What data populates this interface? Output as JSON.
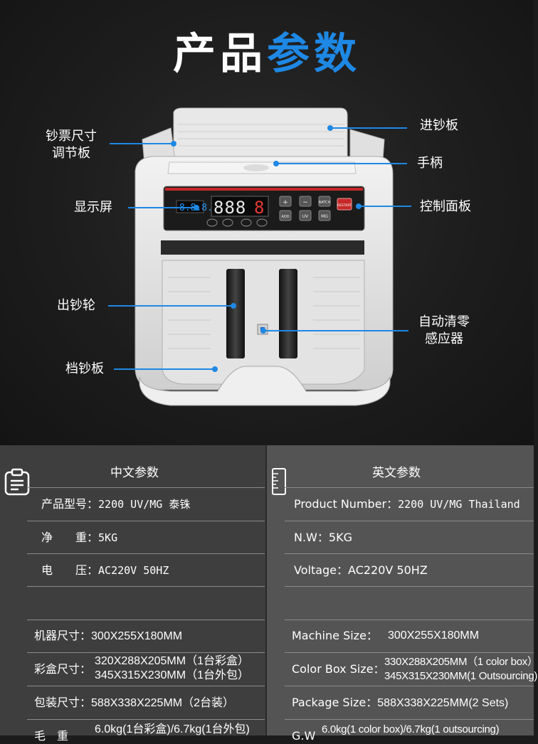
{
  "title": {
    "part1": "产品",
    "part2": "参数"
  },
  "callouts": {
    "size_adjust_line1": "钞票尺寸",
    "size_adjust_line2": "调节板",
    "display": "显示屏",
    "output_wheel": "出钞轮",
    "stopper": "档钞板",
    "hopper": "进钞板",
    "handle": "手柄",
    "control_panel": "控制面板",
    "sensor_line1": "自动清零",
    "sensor_line2": "感应器"
  },
  "machine": {
    "display_digits": "8.8.8.8",
    "big_digit": "8",
    "buttons": [
      "+",
      "−",
      "BATCH",
      "ADD",
      "UV",
      "MG"
    ],
    "restart_label": "RESTART"
  },
  "specs": {
    "cn_header": "中文参数",
    "en_header": "英文参数",
    "rows": [
      {
        "cn_label": "产品型号：",
        "cn_value": "2200 UV/MG 泰铢",
        "en_label": "Product Number：",
        "en_value": "2200 UV/MG Thailand"
      },
      {
        "cn_label": "净　　重：",
        "cn_value": "5KG",
        "en_label": "N.W：",
        "en_value": "5KG"
      },
      {
        "cn_label": "电　　压：",
        "cn_value": "AC220V 50HZ",
        "en_label": "Voltage：",
        "en_value": "AC220V 50HZ"
      }
    ],
    "machine_size": {
      "cn_label": "机器尺寸：",
      "cn_value": "300X255X180MM",
      "en_label": "Machine Size：",
      "en_value": "300X255X180MM"
    },
    "color_box": {
      "cn_label": "彩盒尺寸：",
      "cn_value1": "320X288X205MM（1台彩盒）",
      "cn_value2": "345X315X230MM（1台外包）",
      "en_label": "Color Box Size：",
      "en_value1": "330X288X205MM（1 color box）",
      "en_value2": "345X315X230MM(1 Outsourcing)"
    },
    "package": {
      "cn_label": "包装尺寸：",
      "cn_value": "588X338X225MM（2台装）",
      "en_label": "Package Size：",
      "en_value": "588X338X225MM(2 Sets)"
    },
    "gross": {
      "cn_label": "毛　重",
      "cn_value": "6.0kg(1台彩盒)/6.7kg(1台外包)",
      "en_label": "G.W",
      "en_value": "6.0kg(1 color box)/6.7kg(1 outsourcing)"
    }
  },
  "colors": {
    "accent": "#1e88e5",
    "display_red": "#e53935",
    "display_blue": "#2196f3"
  }
}
